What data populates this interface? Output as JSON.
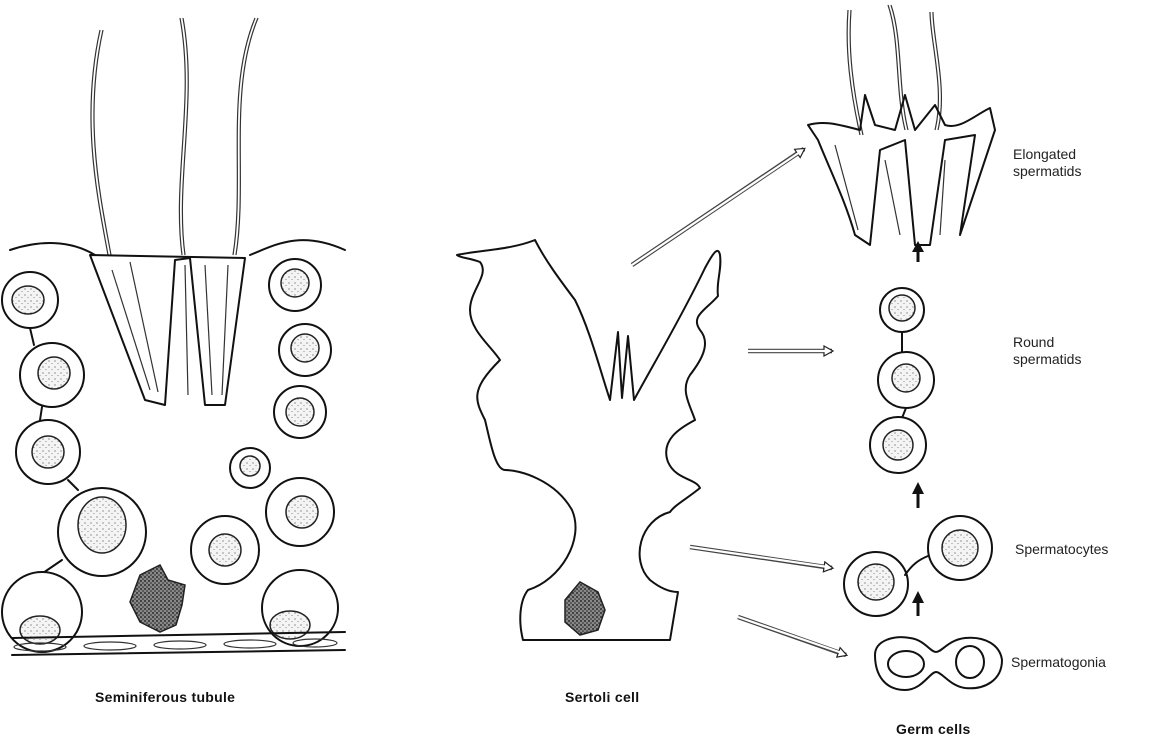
{
  "labels": {
    "elongated": [
      "Elongated",
      "spermatids"
    ],
    "round": [
      "Round",
      "spermatids"
    ],
    "spermatocytes": "Spermatocytes",
    "spermatogonia": "Spermatogonia"
  },
  "captions": {
    "tubule": "Seminiferous tubule",
    "sertoli": "Sertoli cell",
    "germ": "Germ cells"
  },
  "colors": {
    "ink": "#111111",
    "background": "#ffffff"
  }
}
